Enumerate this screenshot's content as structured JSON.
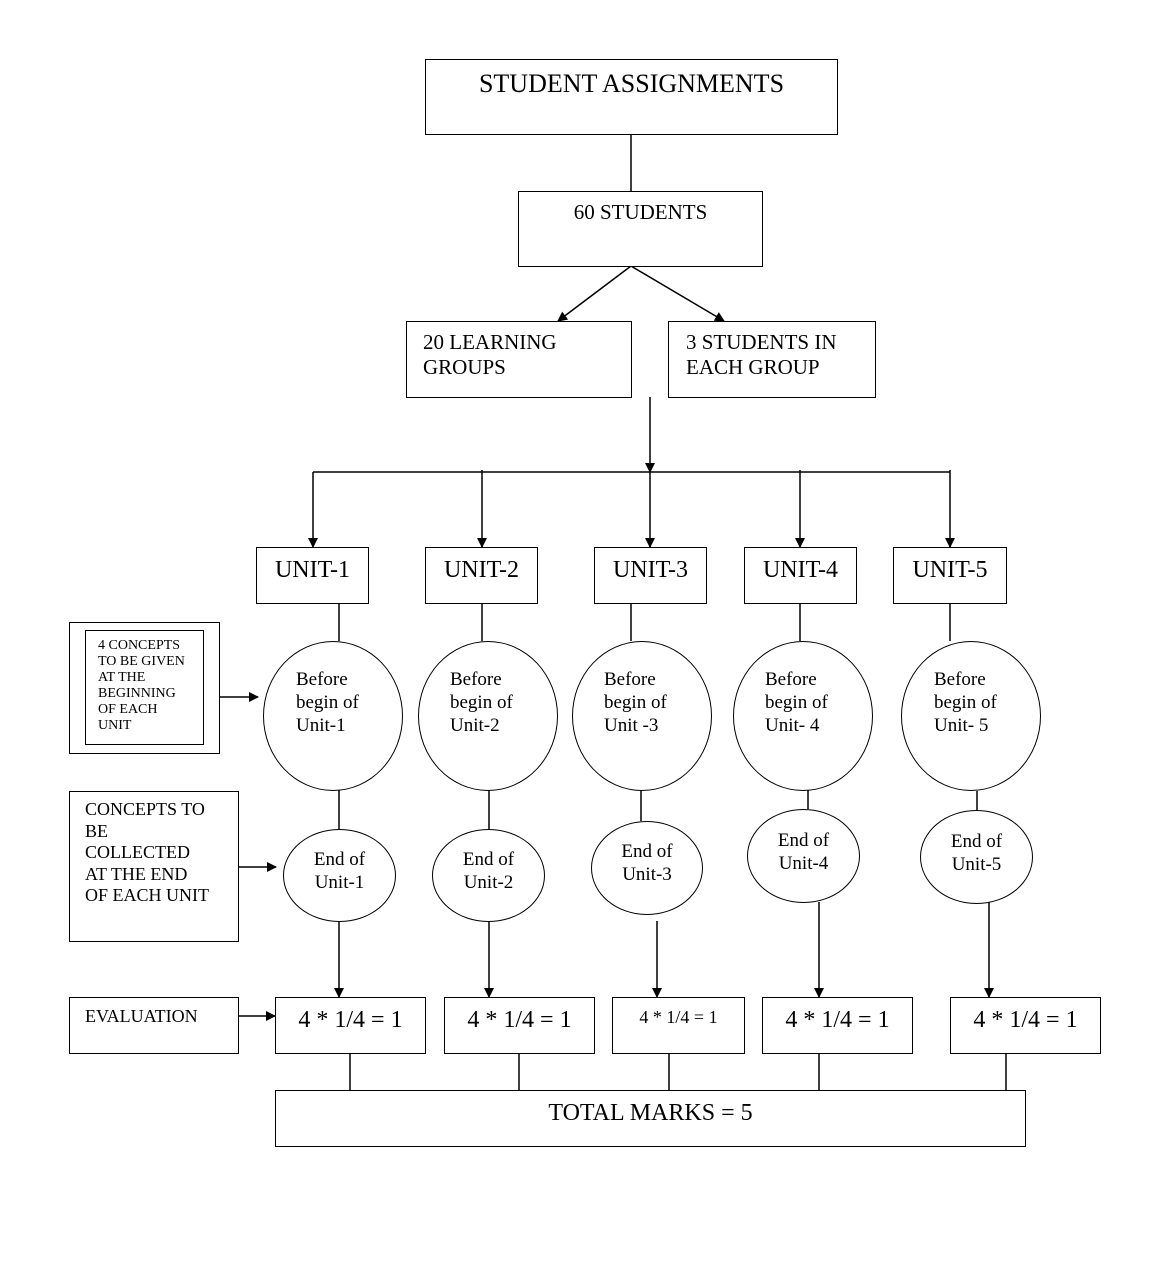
{
  "title": "STUDENT ASSIGNMENTS",
  "students": "60 STUDENTS",
  "groups": {
    "learning": "20 LEARNING\nGROUPS",
    "per_group": "3 STUDENTS IN\nEACH GROUP"
  },
  "side": {
    "concepts_given": "4 CONCEPTS\nTO BE GIVEN\n   AT THE\nBEGINNING\nOF EACH\n     UNIT",
    "concepts_collected": "CONCEPTS TO\nBE\nCOLLECTED\nAT THE END\nOF EACH UNIT",
    "evaluation": "EVALUATION"
  },
  "units": [
    {
      "label": "UNIT-1",
      "before": "Before\nbegin of\nUnit-1",
      "end": "End of\nUnit-1",
      "marks": "4 * 1/4 = 1"
    },
    {
      "label": "UNIT-2",
      "before": "Before\nbegin of\nUnit-2",
      "end": "End of\nUnit-2",
      "marks": "4 * 1/4 = 1"
    },
    {
      "label": "UNIT-3",
      "before": "Before\nbegin of\nUnit -3",
      "end": "End of\nUnit-3",
      "marks": "4 * 1/4 = 1"
    },
    {
      "label": "UNIT-4",
      "before": "Before\nbegin of\nUnit- 4",
      "end": "End of\nUnit-4",
      "marks": "4 * 1/4 = 1"
    },
    {
      "label": "UNIT-5",
      "before": "Before\nbegin of\nUnit- 5",
      "end": "End of\nUnit-5",
      "marks": "4 * 1/4 = 1"
    }
  ],
  "total": "TOTAL MARKS = 5"
}
